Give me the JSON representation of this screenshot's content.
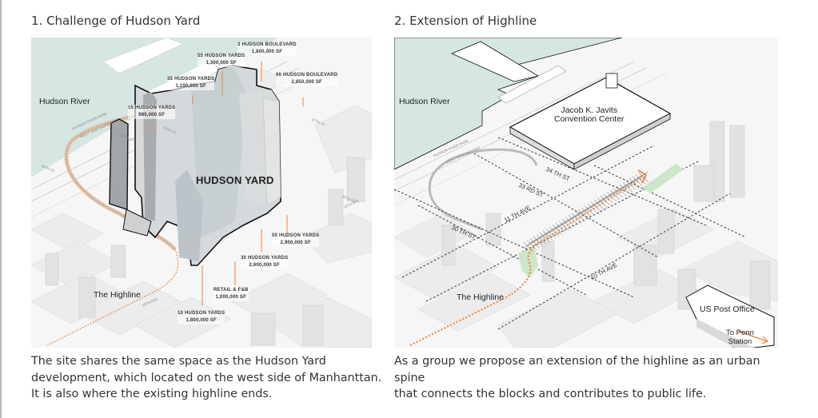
{
  "page": {
    "colors": {
      "river": "#d5e6e3",
      "highline_orange": "#e8843f",
      "green_space": "#cde5c8",
      "outline": "#111111",
      "building": "#e9e9e9"
    }
  },
  "panels": [
    {
      "title": "1. Challenge of Hudson Yard",
      "caption": "The site shares the same space as the Hudson Yard\ndevelopment, which located on the west side of Manhanttan.\nIt is also where the existing highline ends.",
      "map": {
        "river_label": "Hudson River",
        "site_label": "HUDSON YARD",
        "highline_label": "The Highline",
        "street_labels": [
          "HUDSON RIVER PARK",
          "WEST SIDE HIGHWAY",
          "34TH ST",
          "33RD ST",
          "30TH ST",
          "37TH ST",
          "35TH ST",
          "10TH AVE",
          "10TH AVE"
        ],
        "buildings": [
          {
            "name": "3 HUDSON BOULEVARD",
            "area": "1,800,000 SF"
          },
          {
            "name": "55 HUDSON YARDS",
            "area": "1,300,000 SF"
          },
          {
            "name": "35 HUDSON YARDS",
            "area": "1,100,000 SF"
          },
          {
            "name": "66 HUDSON BOULEVARD",
            "area": "2,850,000 SF"
          },
          {
            "name": "15 HUDSON YARDS",
            "area": "980,000 SF"
          },
          {
            "name": "50 HUDSON YARDS",
            "area": "2,900,000 SF"
          },
          {
            "name": "30 HUDSON YARDS",
            "area": "2,600,000 SF"
          },
          {
            "name": "RETAIL & F&B",
            "area": "1,000,000 SF"
          },
          {
            "name": "10 HUDSON YARDS",
            "area": "1,800,000 SF"
          }
        ]
      }
    },
    {
      "title": "2. Extension of Highline",
      "caption": "As a group we propose an extension of the highline as an urban spine\nthat connects the blocks and contributes to public life.",
      "map": {
        "river_label": "Hudson River",
        "convention_label": "Jacob K. Javits\nConvention Center",
        "highline_label": "The Highline",
        "post_office_label": "US Post Office",
        "penn_label": "To Penn\nStation",
        "street_labels": [
          "34 TH ST",
          "33 RD ST",
          "11 TH AVE",
          "30 TH ST",
          "10 TH AVE",
          "HUDSON RIVER PARK",
          "WEST SIDE HIGHWAY"
        ]
      }
    }
  ]
}
